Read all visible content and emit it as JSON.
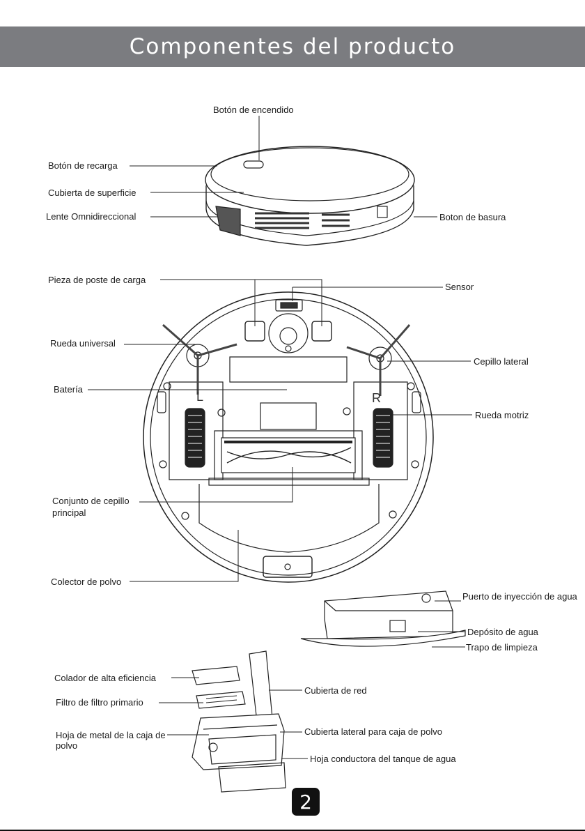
{
  "header": {
    "title": "Componentes del producto"
  },
  "top_view": {
    "power_button": "Botón de encendido",
    "recharge_button": "Botón de recarga",
    "surface_cover": "Cubierta de superficie",
    "omni_lens": "Lente Omnidireccional",
    "trash_button": "Boton de basura"
  },
  "bottom_view": {
    "charging_post": "Pieza de poste de carga",
    "sensor": "Sensor",
    "universal_wheel": "Rueda universal",
    "side_brush": "Cepillo lateral",
    "battery": "Batería",
    "drive_wheel": "Rueda motriz",
    "main_brush": "Conjunto de cepillo principal",
    "dust_collector": "Colector de polvo",
    "left_mark": "L",
    "right_mark": "R"
  },
  "water_tank": {
    "injection_port": "Puerto de inyección de agua",
    "reservoir": "Depósito de agua",
    "mop": "Trapo de limpieza"
  },
  "dust_box": {
    "hepa": "Colador de alta eficiencia",
    "primary_filter": "Filtro de filtro primario",
    "metal_sheet": "Hoja de metal de la caja de polvo",
    "net_cover": "Cubierta de red",
    "side_cover": "Cubierta lateral para caja de polvo",
    "guide_sheet": "Hoja conductora del tanque de agua"
  },
  "page": {
    "number": "2"
  }
}
